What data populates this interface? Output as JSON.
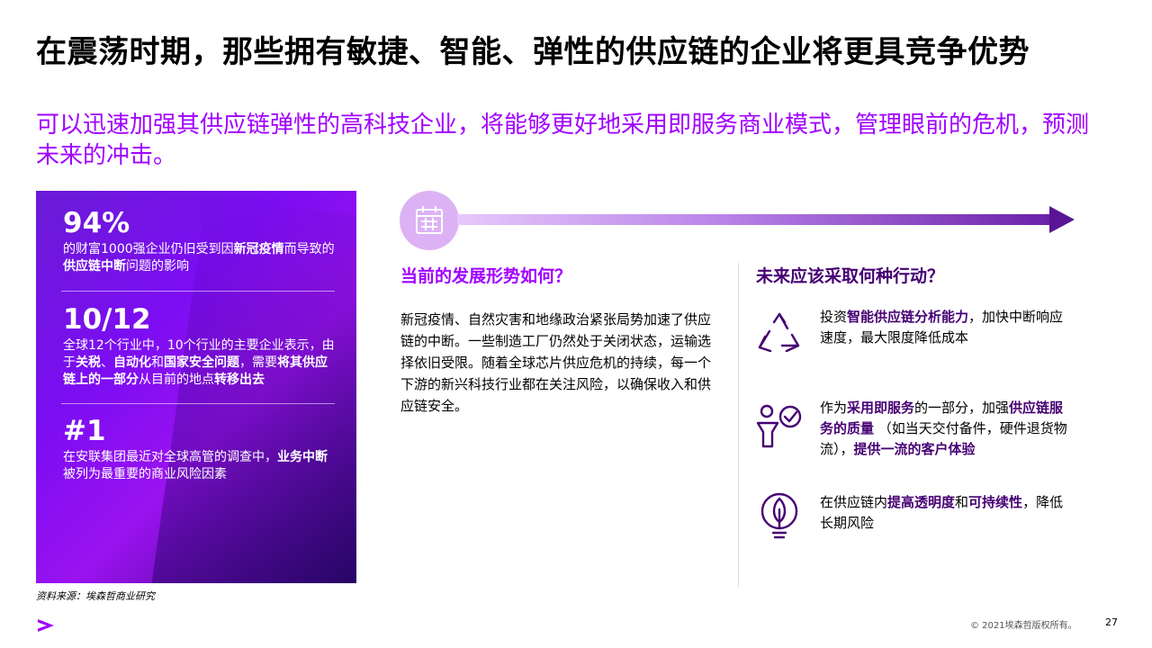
{
  "title": "在震荡时期，那些拥有敏捷、智能、弹性的供应链的企业将更具竞争优势",
  "subtitle": "可以迅速加强其供应链弹性的高科技企业，将能够更好地采用即服务商业模式，管理眼前的危机，预测未来的冲击。",
  "stats": [
    {
      "number": "94%",
      "desc_parts": [
        {
          "text": "的财富1000强企业仍旧受到因",
          "bold": false
        },
        {
          "text": "新冠疫情",
          "bold": true
        },
        {
          "text": "而导致的",
          "bold": false
        },
        {
          "text": "供应链中断",
          "bold": true
        },
        {
          "text": "问题的影响",
          "bold": false
        }
      ]
    },
    {
      "number": "10/12",
      "desc_parts": [
        {
          "text": "全球12个行业中，10个行业的主要企业表示，由于",
          "bold": false
        },
        {
          "text": "关税",
          "bold": true
        },
        {
          "text": "、",
          "bold": false
        },
        {
          "text": "自动化",
          "bold": true
        },
        {
          "text": "和",
          "bold": false
        },
        {
          "text": "国家安全问题",
          "bold": true
        },
        {
          "text": "，需要",
          "bold": false
        },
        {
          "text": "将其供应链上的一部分",
          "bold": true
        },
        {
          "text": "从目前的地点",
          "bold": false
        },
        {
          "text": "转移出去",
          "bold": true
        }
      ]
    },
    {
      "number": "#1",
      "desc_parts": [
        {
          "text": "在安联集团最近对全球高管的调查中，",
          "bold": false
        },
        {
          "text": "业务中断",
          "bold": true
        },
        {
          "text": "被列为最重要的商业风险因素",
          "bold": false
        }
      ]
    }
  ],
  "source": "资料来源：埃森哲商业研究",
  "current": {
    "heading": "当前的发展形势如何？",
    "body": "新冠疫情、自然灾害和地缘政治紧张局势加速了供应链的中断。一些制造工厂仍然处于关闭状态，运输选择依旧受限。随着全球芯片供应危机的持续，每一个下游的新兴科技行业都在关注风险，以确保收入和供应链安全。"
  },
  "future": {
    "heading": "未来应该采取何种行动？",
    "actions": [
      {
        "icon": "recycle-arrows-icon",
        "parts": [
          {
            "text": "投资",
            "bold": false
          },
          {
            "text": "智能供应链分析能力",
            "bold": true
          },
          {
            "text": "，加快中断响应速度，最大限度降低成本",
            "bold": false
          }
        ]
      },
      {
        "icon": "person-check-icon",
        "parts": [
          {
            "text": "作为",
            "bold": false
          },
          {
            "text": "采用即服务",
            "bold": true
          },
          {
            "text": "的一部分，加强",
            "bold": false
          },
          {
            "text": "供应链服务的质量",
            "bold": true
          },
          {
            "text": " （如当天交付备件，硬件退货物流），",
            "bold": false
          },
          {
            "text": "提供一流的客户体验",
            "bold": true
          }
        ]
      },
      {
        "icon": "leaf-bulb-icon",
        "parts": [
          {
            "text": "在供应链内",
            "bold": false
          },
          {
            "text": "提高透明度",
            "bold": true
          },
          {
            "text": "和",
            "bold": false
          },
          {
            "text": "可持续性",
            "bold": true
          },
          {
            "text": "，降低长期风险",
            "bold": false
          }
        ]
      }
    ]
  },
  "icons": {
    "timeline": "calendar-icon",
    "logo": "accenture-logo-icon"
  },
  "colors": {
    "purple": "#a100ff",
    "dark_purple": "#460073"
  },
  "footer": {
    "copyright": "© 2021埃森哲版权所有。",
    "page": "27"
  }
}
